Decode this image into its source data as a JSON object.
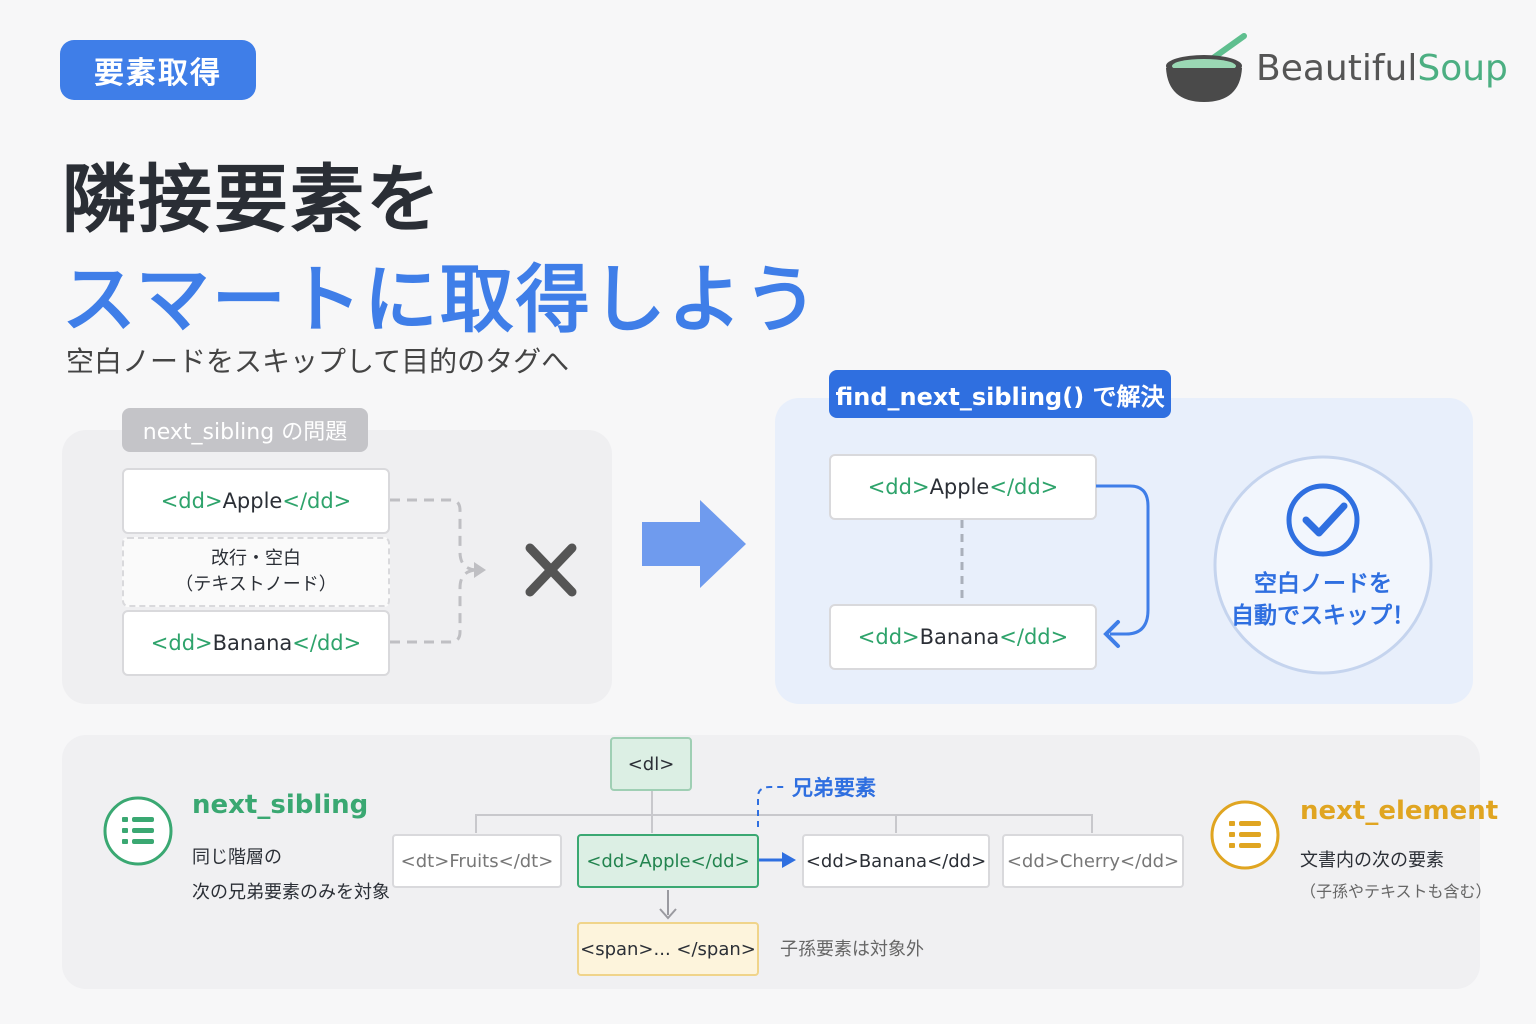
{
  "header": {
    "badge": "要素取得",
    "logo": {
      "beautiful": "Beautiful",
      "soup": "Soup"
    }
  },
  "hero": {
    "title_line1": "隣接要素を",
    "title_line2": "スマートに取得しよう",
    "subtitle": "空白ノードをスキップして目的のタグへ"
  },
  "left_panel": {
    "tag": "next_sibling の問題",
    "box1": {
      "open": "<dd>",
      "text": "Apple",
      "close": "</dd>"
    },
    "box2": {
      "line1": "改行・空白",
      "line2": "（テキストノード）"
    },
    "box3": {
      "open": "<dd>",
      "text": "Banana",
      "close": "</dd>"
    }
  },
  "right_panel": {
    "tag": "find_next_sibling() で解決",
    "box1": {
      "open": "<dd>",
      "text": "Apple",
      "close": "</dd>"
    },
    "box2": {
      "open": "<dd>",
      "text": "Banana",
      "close": "</dd>"
    },
    "circle_line1": "空白ノードを",
    "circle_line2": "自動でスキップ！"
  },
  "bottom": {
    "next_sibling_title": "next_sibling",
    "next_sibling_desc1": "同じ階層の",
    "next_sibling_desc2": "次の兄弟要素のみを対象",
    "next_element_title": "next_element",
    "next_element_desc1": "文書内の次の要素",
    "next_element_desc2": "（子孫やテキストも含む）",
    "root": "<dl>",
    "children": [
      "<dt>Fruits</dt>",
      "<dd>Apple</dd>",
      "<dd>Banana</dd>",
      "<dd>Cherry</dd>"
    ],
    "sibling_label": "兄弟要素",
    "descendant": "<span>... </span>",
    "descendant_note": "子孫要素は対象外"
  },
  "colors": {
    "blue": "#3f7ee8",
    "green": "#3aa872",
    "orange": "#e0a521",
    "red_x": "#555555"
  }
}
